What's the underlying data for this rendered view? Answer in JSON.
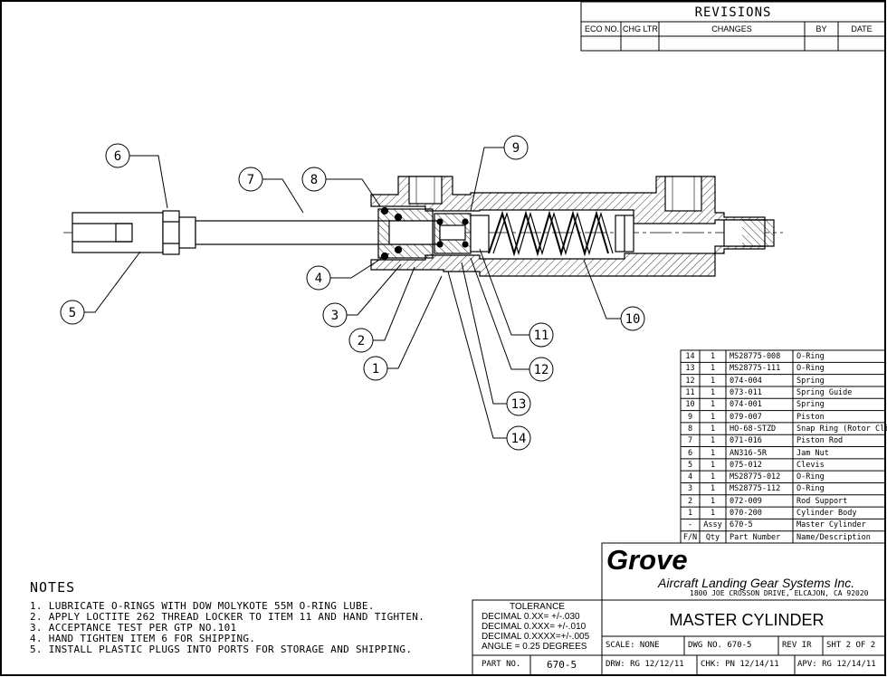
{
  "revisions": {
    "title": "REVISIONS",
    "columns": [
      "ECO NO.",
      "CHG LTR",
      "CHANGES",
      "BY",
      "DATE"
    ]
  },
  "balloons": [
    "1",
    "2",
    "3",
    "4",
    "5",
    "6",
    "7",
    "8",
    "9",
    "10",
    "11",
    "12",
    "13",
    "14"
  ],
  "bom": {
    "rows": [
      [
        "14",
        "1",
        "MS28775-008",
        "O-Ring"
      ],
      [
        "13",
        "1",
        "MS28775-111",
        "O-Ring"
      ],
      [
        "12",
        "1",
        "074-004",
        "Spring"
      ],
      [
        "11",
        "1",
        "073-011",
        "Spring Guide"
      ],
      [
        "10",
        "1",
        "074-001",
        "Spring"
      ],
      [
        "9",
        "1",
        "079-007",
        "Piston"
      ],
      [
        "8",
        "1",
        "HO-68-STZD",
        "Snap Ring (Rotor Clip)"
      ],
      [
        "7",
        "1",
        "071-016",
        "Piston Rod"
      ],
      [
        "6",
        "1",
        "AN316-5R",
        "Jam Nut"
      ],
      [
        "5",
        "1",
        "075-012",
        "Clevis"
      ],
      [
        "4",
        "1",
        "MS28775-012",
        "O-Ring"
      ],
      [
        "3",
        "1",
        "MS28775-112",
        "O-Ring"
      ],
      [
        "2",
        "1",
        "072-009",
        "Rod Support"
      ],
      [
        "1",
        "1",
        "070-200",
        "Cylinder Body"
      ],
      [
        "-",
        "Assy",
        "670-5",
        "Master Cylinder"
      ]
    ],
    "header": [
      "F/N",
      "Qty",
      "Part Number",
      "Name/Description"
    ]
  },
  "notes": {
    "heading": "NOTES",
    "items": [
      "1. LUBRICATE O-RINGS WITH DOW MOLYKOTE 55M O-RING LUBE.",
      "2. APPLY LOCTITE 262 THREAD LOCKER TO ITEM 11 AND HAND TIGHTEN.",
      "3. ACCEPTANCE TEST PER GTP NO.101",
      "4. HAND TIGHTEN ITEM 6 FOR SHIPPING.",
      "5. INSTALL PLASTIC PLUGS INTO PORTS FOR STORAGE AND SHIPPING."
    ]
  },
  "title_block": {
    "logo": "Grove",
    "company": "Aircraft Landing Gear Systems Inc.",
    "address": "1800 JOE CROSSON DRIVE, ELCAJON, CA 92020",
    "drawing_title": "MASTER CYLINDER",
    "tolerance": {
      "heading": "TOLERANCE",
      "lines": [
        "DECIMAL 0.XX=  +/-.030",
        "DECIMAL 0.XXX= +/-.010",
        "DECIMAL 0.XXXX=+/-.005",
        "ANGLE = 0.25 DEGREES"
      ]
    },
    "scale": "SCALE:  NONE",
    "dwg_no": "DWG NO. 670-5",
    "rev": "REV  IR",
    "sheet": "SHT 2 OF 2",
    "part_no_label": "PART NO.",
    "part_no": "670-5",
    "drw": "DRW: RG 12/12/11",
    "chk": "CHK: PN 12/14/11",
    "apv": "APV: RG 12/14/11"
  }
}
